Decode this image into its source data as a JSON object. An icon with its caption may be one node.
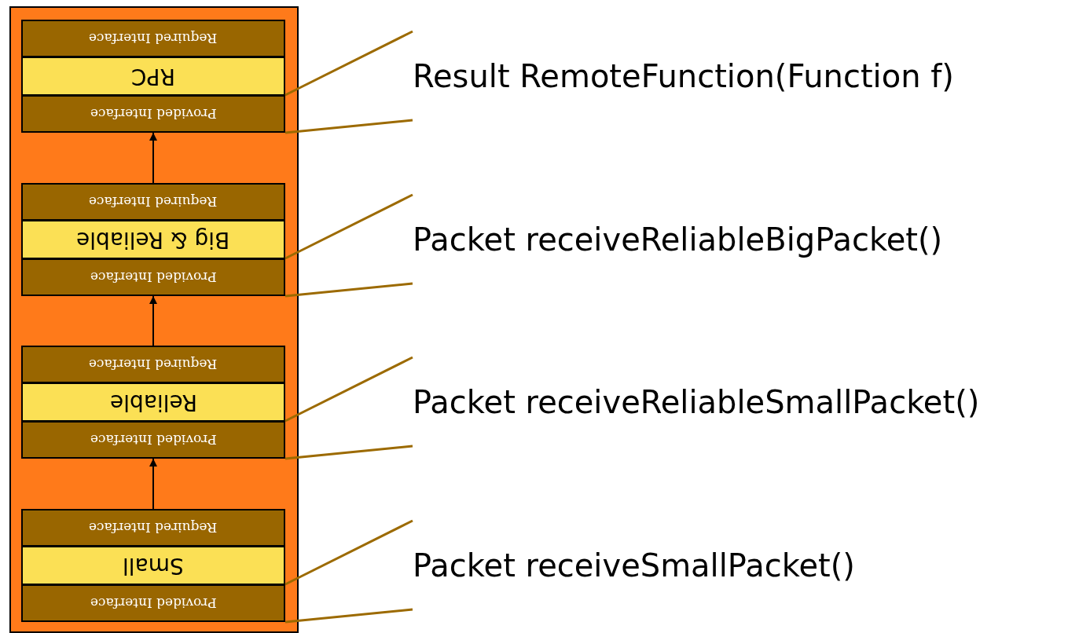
{
  "diagram": {
    "nodes": [
      {
        "text": [],
        "shape": "box"
      },
      {
        "text": [
          "Required Interface"
        ],
        "in": 0
      },
      {
        "text": [
          "RPC"
        ],
        "in": 0
      },
      {
        "text": [
          "Provided Interface"
        ],
        "in": 0
      },
      {
        "text": [
          "Required Interface"
        ],
        "in": 0
      },
      {
        "text": [
          "Big & Reliable"
        ],
        "in": 0
      },
      {
        "text": [
          "Provided Interface"
        ],
        "in": 0
      },
      {
        "text": [
          "Required Interface"
        ],
        "in": 0
      },
      {
        "text": [
          "Reliable"
        ],
        "in": 0
      },
      {
        "text": [
          "Provided Interface"
        ],
        "in": 0
      },
      {
        "text": [
          "Required Interface"
        ],
        "in": 0
      },
      {
        "text": [
          "Small"
        ],
        "in": 0
      },
      {
        "text": [
          "Provided Interface"
        ],
        "in": 0
      },
      {
        "text": [
          "Result RemoteFunction(Function f)"
        ]
      },
      {
        "text": [
          "Packet receiveReliableBigPacket()"
        ]
      },
      {
        "text": [
          "Packet receiveReliableSmallPacket()"
        ]
      },
      {
        "text": [
          "Packet receiveSmallPacket()"
        ]
      }
    ],
    "edges": [
      {
        "from": 4,
        "to": 3,
        "arrow": "to",
        "color": "#000000"
      },
      {
        "from": 7,
        "to": 6,
        "arrow": "to",
        "color": "#000000"
      },
      {
        "from": 10,
        "to": 9,
        "arrow": "to",
        "color": "#000000"
      },
      {
        "from": 3,
        "to": 13,
        "arrow": "none"
      },
      {
        "from": 3,
        "to": 13,
        "arrow": "none"
      },
      {
        "from": 6,
        "to": 14,
        "arrow": "none"
      },
      {
        "from": 6,
        "to": 14,
        "arrow": "none"
      },
      {
        "from": 9,
        "to": 15,
        "arrow": "none"
      },
      {
        "from": 9,
        "to": 15,
        "arrow": "none"
      },
      {
        "from": 12,
        "to": 16,
        "arrow": "none"
      },
      {
        "from": 12,
        "to": 16,
        "arrow": "none"
      }
    ]
  }
}
